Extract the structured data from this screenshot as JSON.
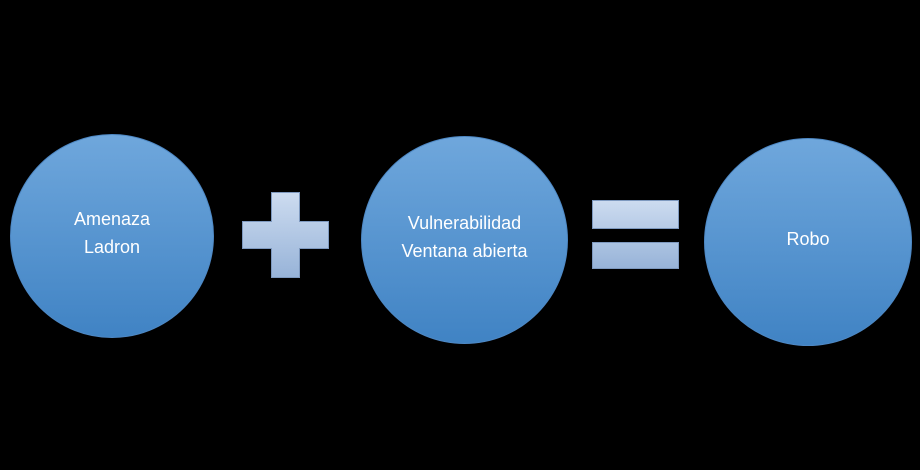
{
  "diagram": {
    "circles": [
      {
        "id": "amenaza",
        "lines": [
          "Amenaza",
          "Ladron"
        ]
      },
      {
        "id": "vulnerabilidad",
        "lines": [
          "Vulnerabilidad",
          "Ventana abierta"
        ]
      },
      {
        "id": "robo",
        "lines": [
          "Robo"
        ]
      }
    ],
    "operators": [
      {
        "id": "plus",
        "symbol": "+"
      },
      {
        "id": "equals",
        "symbol": "="
      }
    ]
  },
  "colors": {
    "background": "#000000",
    "circle_gradient_top": "#6fa7dc",
    "circle_gradient_bottom": "#4083c4",
    "circle_border": "#4e88c4",
    "operator_gradient_top": "#cddcf0",
    "operator_gradient_bottom": "#97b3d8",
    "operator_border": "#7e99bf",
    "text": "#ffffff"
  }
}
